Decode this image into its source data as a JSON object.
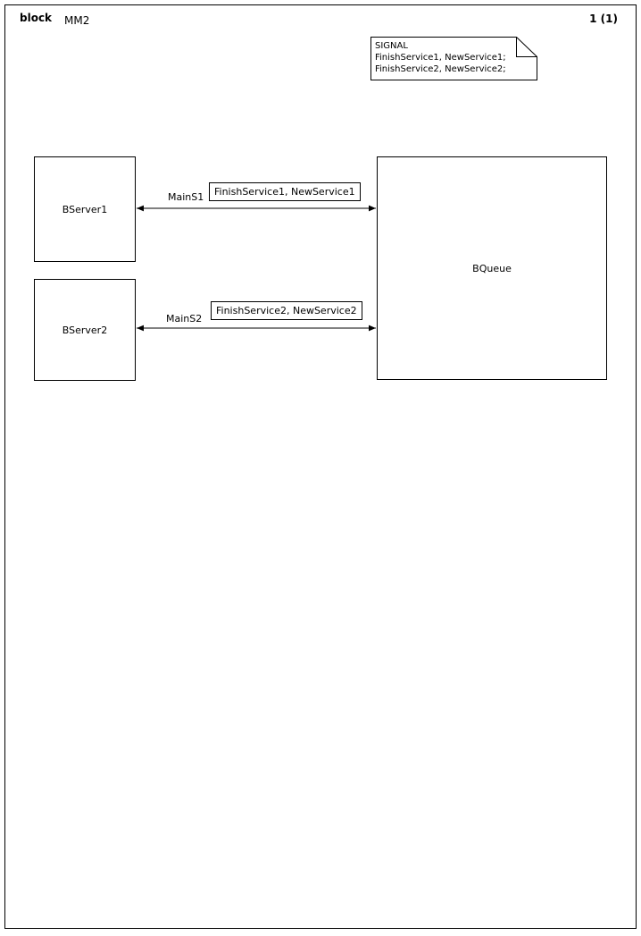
{
  "page": {
    "header_keyword": "block",
    "diagram_name": "MM2",
    "page_number": "1 (1)",
    "frame_color": "#000000",
    "background": "#ffffff"
  },
  "signal_note": {
    "name": "signal-declaration-note",
    "lines": "SIGNAL\nFinishService1, NewService1;\nFinishService2, NewService2;",
    "heading": "SIGNAL",
    "declarations": [
      "FinishService1, NewService1;",
      "FinishService2, NewService2;"
    ]
  },
  "blocks": [
    {
      "id": "bserver1",
      "label": "BServer1"
    },
    {
      "id": "bserver2",
      "label": "BServer2"
    },
    {
      "id": "bqueue",
      "label": "BQueue"
    }
  ],
  "channels": [
    {
      "id": "mains1",
      "name": "MainS1",
      "from": "BServer1",
      "to": "BQueue",
      "bidirectional": true,
      "signal_list": "FinishService1, NewService1",
      "line_color": "#808080"
    },
    {
      "id": "mains2",
      "name": "MainS2",
      "from": "BServer2",
      "to": "BQueue",
      "bidirectional": true,
      "signal_list": "FinishService2, NewService2",
      "line_color": "#808080"
    }
  ],
  "colors": {
    "line": "#808080",
    "outline": "#000000",
    "text": "#000000",
    "canvas": "#ffffff"
  }
}
